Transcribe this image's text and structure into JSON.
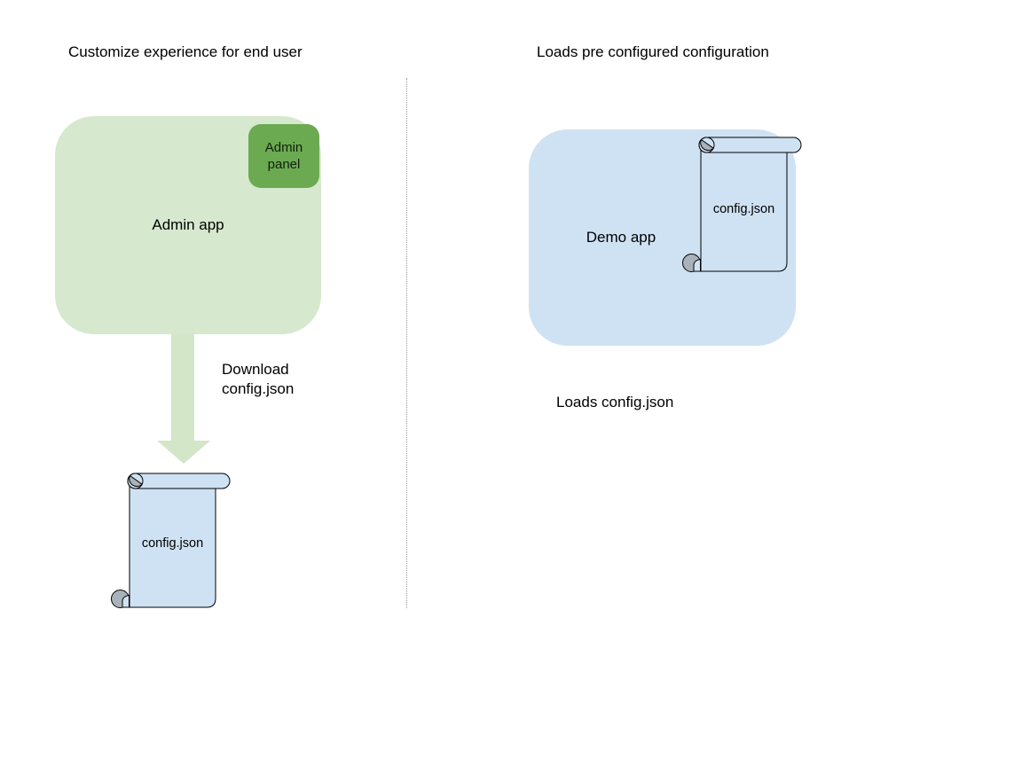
{
  "left_section": {
    "title": "Customize experience for end user",
    "admin_app": {
      "label": "Admin app"
    },
    "admin_panel": {
      "label": "Admin panel"
    },
    "arrow_label": "Download config.json",
    "config_file": {
      "label": "config.json"
    }
  },
  "right_section": {
    "title": "Loads pre configured configuration",
    "demo_app": {
      "label": "Demo app"
    },
    "config_file": {
      "label": "config.json"
    },
    "caption": "Loads config.json"
  },
  "colors": {
    "page-bg": "#ffffff",
    "light-green": "#d6e8ce",
    "arrow-green": "#d3e6c7",
    "dark-green": "#6caa52",
    "panel-text": "#0d220c",
    "light-blue": "#cfe2f3",
    "curl-gray": "#a9b2ba",
    "stroke": "#000000",
    "divider": "#999999",
    "text": "#000000"
  }
}
